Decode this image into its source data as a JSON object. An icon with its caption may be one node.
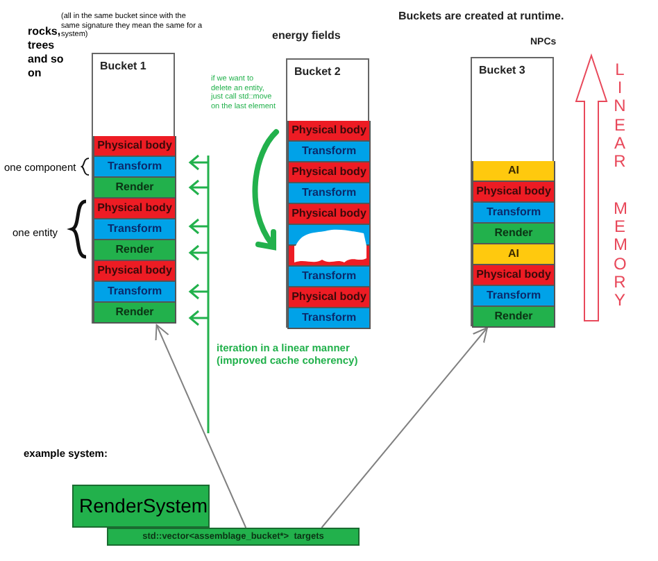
{
  "diagram": {
    "nodes": [
      {
        "text": [
          "Bucket 1"
        ]
      },
      {
        "text": [
          "Physical body"
        ],
        "in": 0
      },
      {
        "text": [
          "Transform"
        ],
        "in": 0
      },
      {
        "text": [
          "Render"
        ],
        "in": 0
      },
      {
        "text": [
          "Physical body"
        ],
        "in": 0
      },
      {
        "text": [
          "Transform"
        ],
        "in": 0
      },
      {
        "text": [
          "Render"
        ],
        "in": 0
      },
      {
        "text": [
          "Physical body"
        ],
        "in": 0
      },
      {
        "text": [
          "Transform"
        ],
        "in": 0
      },
      {
        "text": [
          "Render"
        ],
        "in": 0
      },
      {
        "text": [
          "Bucket 2"
        ]
      },
      {
        "text": [
          "Physical body"
        ],
        "in": 10
      },
      {
        "text": [
          "Transform"
        ],
        "in": 10
      },
      {
        "text": [
          "Physical body"
        ],
        "in": 10
      },
      {
        "text": [
          "Transform"
        ],
        "in": 10
      },
      {
        "text": [
          "Physical body"
        ],
        "in": 10
      },
      {
        "text": [],
        "shape": "box",
        "in": 10
      },
      {
        "text": [],
        "shape": "box",
        "in": 10
      },
      {
        "text": [
          "Transform"
        ],
        "in": 10
      },
      {
        "text": [
          "Physical body"
        ],
        "in": 10
      },
      {
        "text": [
          "Transform"
        ],
        "in": 10
      },
      {
        "text": [
          "Bucket 3"
        ]
      },
      {
        "text": [
          "AI"
        ],
        "in": 21
      },
      {
        "text": [
          "Physical body"
        ],
        "in": 21
      },
      {
        "text": [
          "Transform"
        ],
        "in": 21
      },
      {
        "text": [
          "Render"
        ],
        "in": 21
      },
      {
        "text": [
          "AI"
        ],
        "in": 21
      },
      {
        "text": [
          "Physical body"
        ],
        "in": 21
      },
      {
        "text": [
          "Transform"
        ],
        "in": 21
      },
      {
        "text": [
          "Render"
        ],
        "in": 21
      },
      {
        "text": [
          "RenderSystem"
        ]
      },
      {
        "text": [
          "std::vector<assemblage_bucket*>  targets"
        ]
      }
    ],
    "edges": [
      {
        "from": 31,
        "to": 0,
        "arrow": "to",
        "color": "#808080"
      },
      {
        "from": 31,
        "to": 21,
        "arrow": "to",
        "color": "#808080"
      }
    ],
    "labels": [
      "(all in the same bucket since with the same signature they mean the same for a system)",
      "rocks, trees and so on",
      "energy fields",
      "Buckets are created at runtime.",
      "NPCs",
      "if we want to delete an entity, just call std::move on the last element",
      "one component",
      "one entity",
      "LINEAR",
      "MEMORY",
      "iteration in a linear manner (improved cache coherency)",
      "example system:"
    ]
  }
}
